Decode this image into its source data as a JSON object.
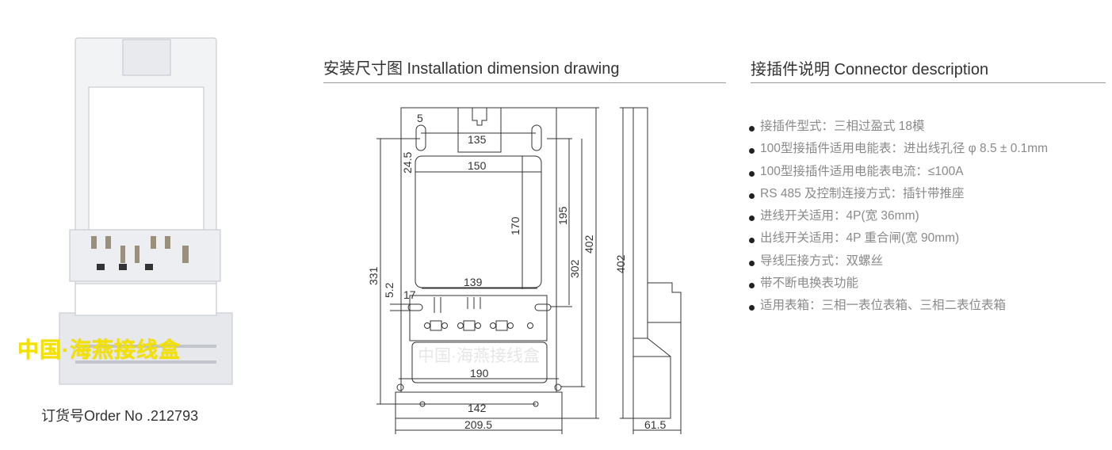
{
  "product": {
    "order_label": "订货号Order No .212793",
    "watermark": "中国·海燕接线盒"
  },
  "drawing": {
    "title": "安装尺寸图 Installation dimension drawing",
    "watermark": "中国·海燕接线盒",
    "dimensions": {
      "d5": "5",
      "d135": "135",
      "d24_5": "24.5",
      "d150": "150",
      "d170": "170",
      "d195": "195",
      "d302": "302",
      "d402": "402",
      "d331": "331",
      "d5_2": "5.2",
      "d17": "17",
      "d139": "139",
      "d190": "190",
      "d142": "142",
      "d209_5": "209.5",
      "side_402": "402",
      "d61_5": "61.5"
    }
  },
  "connector": {
    "title": "接插件说明 Connector description",
    "items": [
      "接插件型式：三相过盈式  18模",
      "100型接插件适用电能表：进出线孔径 φ 8.5 ± 0.1mm",
      "100型接插件适用电能表电流：≤100A",
      "RS 485 及控制连接方式：插针带推座",
      "进线开关适用：4P(宽 36mm)",
      "出线开关适用：4P 重合闸(宽 90mm)",
      "导线压接方式：双螺丝",
      "带不断电换表功能",
      "适用表箱：三相一表位表箱、三相二表位表箱"
    ]
  },
  "colors": {
    "line": "#333333",
    "text_grey": "#8a8a8a",
    "watermark": "#f3e100"
  }
}
